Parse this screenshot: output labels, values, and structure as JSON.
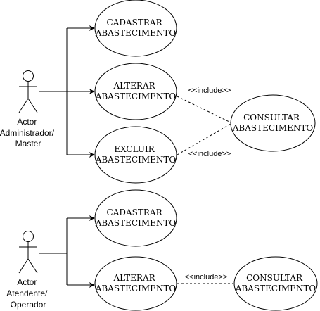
{
  "actors": [
    {
      "id": "admin",
      "lines": [
        "Actor",
        "Administrador/",
        "Master"
      ]
    },
    {
      "id": "atendente",
      "lines": [
        "Actor",
        "Atendente/",
        "Operador"
      ]
    }
  ],
  "use_cases": [
    {
      "id": "uc_cad_1",
      "lines": [
        "CADASTRAR",
        "ABASTECIMENTO"
      ]
    },
    {
      "id": "uc_alt_1",
      "lines": [
        "ALTERAR",
        "ABASTECIMENTO"
      ]
    },
    {
      "id": "uc_exc_1",
      "lines": [
        "EXCLUIR",
        "ABASTECIMENTO"
      ]
    },
    {
      "id": "uc_con_1",
      "lines": [
        "CONSULTAR",
        "ABASTECIMENTO"
      ]
    },
    {
      "id": "uc_cad_2",
      "lines": [
        "CADASTRAR",
        "ABASTECIMENTO"
      ]
    },
    {
      "id": "uc_alt_2",
      "lines": [
        "ALTERAR",
        "ABASTECIMENTO"
      ]
    },
    {
      "id": "uc_con_2",
      "lines": [
        "CONSULTAR",
        "ABASTECIMENTO"
      ]
    }
  ],
  "include_label": "<<include>>"
}
